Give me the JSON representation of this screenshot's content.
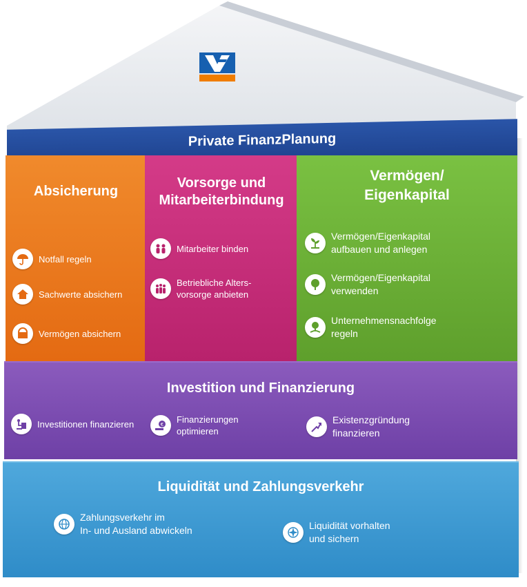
{
  "header": {
    "title": "Private FinanzPlanung"
  },
  "columns": [
    {
      "title": "Absicherung",
      "items": [
        {
          "label": "Notfall regeln",
          "icon": "umbrella-icon"
        },
        {
          "label": "Sachwerte absichern",
          "icon": "house-icon"
        },
        {
          "label": "Vermögen absichern",
          "icon": "safe-icon"
        }
      ]
    },
    {
      "title": "Vorsorge und\nMitarbeiterbindung",
      "items": [
        {
          "label": "Mitarbeiter binden",
          "icon": "people-icon"
        },
        {
          "label": "Betriebliche Alters-\nvorsorge anbieten",
          "icon": "group-icon"
        }
      ]
    },
    {
      "title": "Vermögen/\nEigenkapital",
      "items": [
        {
          "label": "Vermögen/Eigenkapital\naufbauen und anlegen",
          "icon": "plant-icon"
        },
        {
          "label": "Vermögen/Eigenkapital\nverwenden",
          "icon": "tree-icon"
        },
        {
          "label": "Unternehmensnachfolge\nregeln",
          "icon": "tree-handover-icon"
        }
      ]
    }
  ],
  "investment": {
    "title": "Investition und Finanzierung",
    "items": [
      {
        "label": "Investitionen finanzieren",
        "icon": "machine-icon"
      },
      {
        "label": "Finanzierungen\noptimieren",
        "icon": "coin-icon"
      },
      {
        "label": "Existenzgründung\nfinanzieren",
        "icon": "growth-arrow-icon"
      }
    ]
  },
  "liquidity": {
    "title": "Liquidität und Zahlungsverkehr",
    "items": [
      {
        "label": "Zahlungsverkehr im\nIn- und Ausland abwickeln",
        "icon": "globe-icon"
      },
      {
        "label": "Liquidität vorhalten\nund sichern",
        "icon": "compass-icon"
      }
    ]
  },
  "colors": {
    "roof": "#e9ecef",
    "header": "#1e428e",
    "orange": "#e46a12",
    "pink": "#b8226c",
    "green": "#5e9f2c",
    "purple": "#6e40a6",
    "blue": "#2f8cc8"
  }
}
